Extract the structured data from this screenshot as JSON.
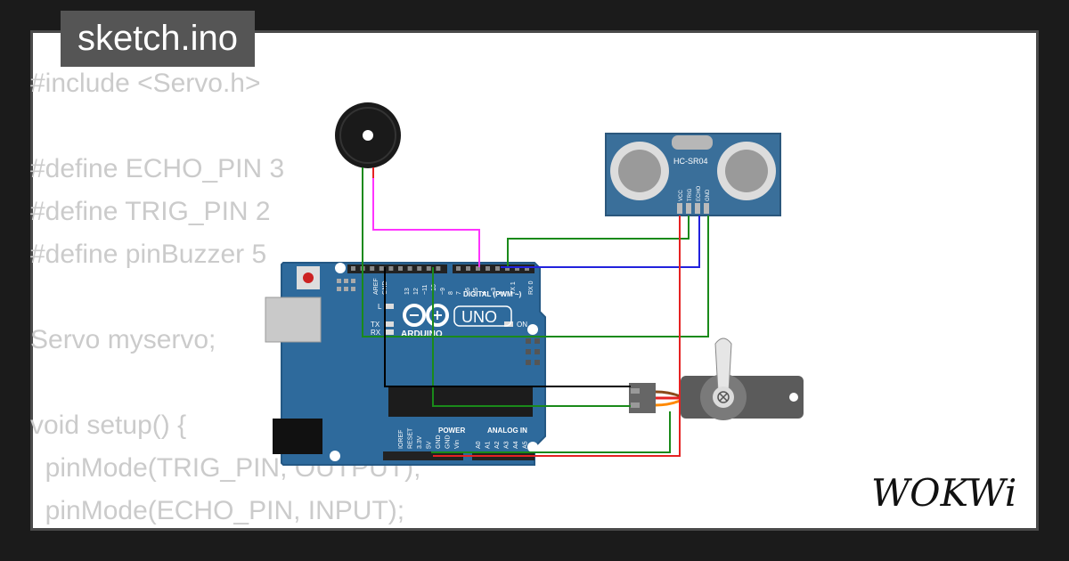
{
  "file_tab": "sketch.ino",
  "code_lines": [
    "#include <Servo.h>",
    "",
    "#define ECHO_PIN 3",
    "#define TRIG_PIN 2",
    "#define pinBuzzer 5",
    "",
    "Servo myservo;",
    "",
    "void setup() {",
    "  pinMode(TRIG_PIN, OUTPUT);",
    "  pinMode(ECHO_PIN, INPUT);"
  ],
  "arduino": {
    "model": "UNO",
    "brand": "ARDUINO",
    "digital_label": "DIGITAL (PWM ~)",
    "power_label": "POWER",
    "analog_label": "ANALOG IN",
    "on_label": "ON",
    "led_l": "L",
    "led_tx": "TX",
    "led_rx": "RX",
    "digital_pins": [
      "AREF",
      "GND",
      "13",
      "12",
      "~11",
      "~10",
      "~9",
      "8",
      "7",
      "~6",
      "~5",
      "4",
      "~3",
      "2",
      "TX 1",
      "RX 0"
    ],
    "power_pins": [
      "IOREF",
      "RESET",
      "3.3V",
      "5V",
      "GND",
      "GND",
      "Vin"
    ],
    "analog_pins": [
      "A0",
      "A1",
      "A2",
      "A3",
      "A4",
      "A5"
    ]
  },
  "sensor": {
    "name": "HC-SR04",
    "pins": [
      "VCC",
      "TRIG",
      "ECHO",
      "GND"
    ]
  },
  "wire_colors": {
    "gnd": "#1a8a1a",
    "buzzer": "#ff33ff",
    "vcc": "#e52222",
    "echo": "#2222dd",
    "signal": "#000000",
    "servo_signal": "#ff8800"
  },
  "brand_logo": "WOKWi"
}
